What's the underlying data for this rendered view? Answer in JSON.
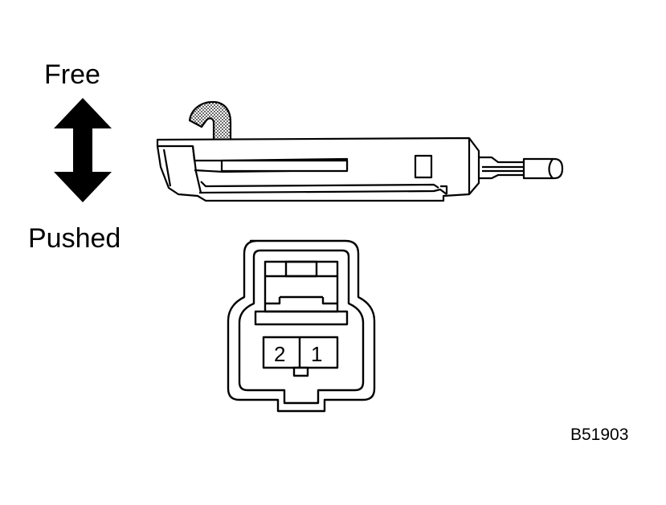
{
  "labels": {
    "free": "Free",
    "pushed": "Pushed"
  },
  "connector": {
    "pins": [
      "2",
      "1"
    ]
  },
  "figure_code": "B51903",
  "icons": {
    "arrow": "double-headed-vertical-arrow-icon",
    "switch": "door-courtesy-switch-side-view",
    "connector": "two-pin-connector-front-view"
  },
  "colors": {
    "line": "#000000",
    "background": "#ffffff"
  }
}
